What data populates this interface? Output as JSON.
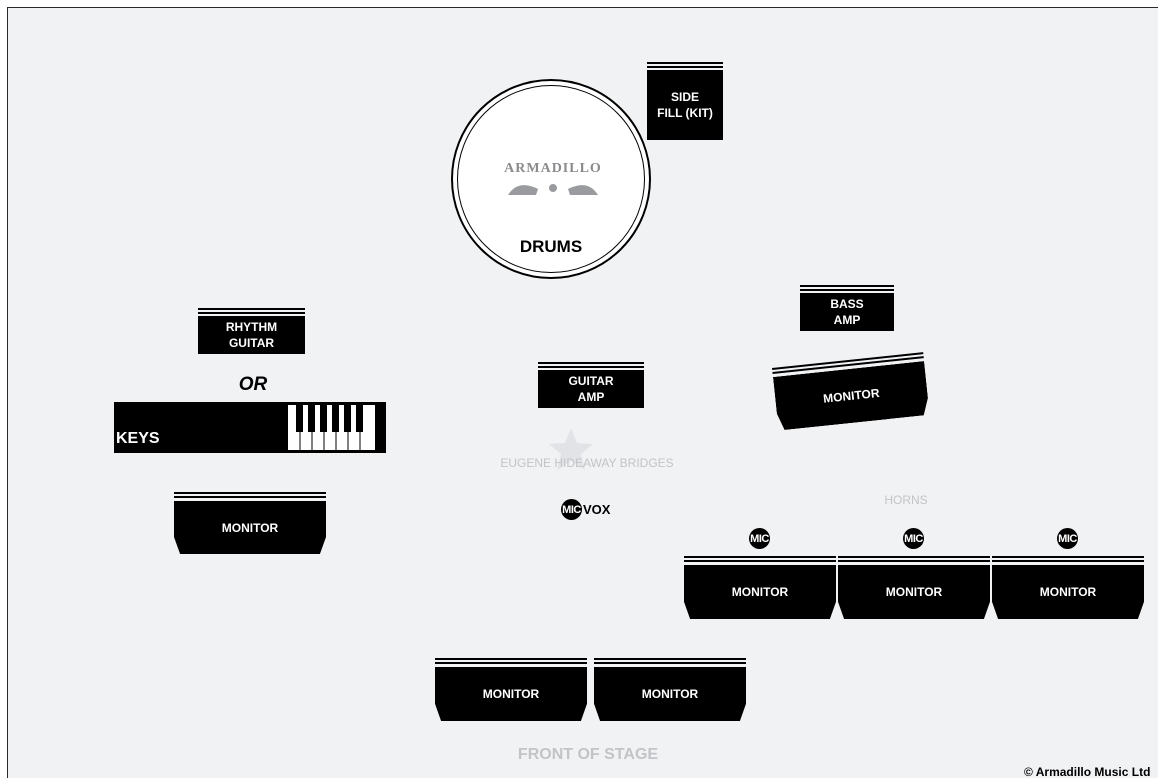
{
  "drums": {
    "brand": "ARMADILLO",
    "label": "DRUMS"
  },
  "side_fill": {
    "line1": "SIDE",
    "line2": "FILL (KIT)"
  },
  "rhythm_guitar": {
    "line1": "RHYTHM",
    "line2": "GUITAR"
  },
  "or_label": "OR",
  "keys": {
    "label": "KEYS"
  },
  "guitar_amp": {
    "line1": "GUITAR",
    "line2": "AMP"
  },
  "bass_amp": {
    "line1": "BASS",
    "line2": "AMP"
  },
  "lead": {
    "name": "EUGENE HIDEAWAY BRIDGES",
    "mic": "MIC",
    "vox": "VOX"
  },
  "horns": {
    "label": "HORNS",
    "mic1": "MIC",
    "mic2": "MIC",
    "mic3": "MIC"
  },
  "monitors": {
    "left": "MONITOR",
    "right_angled": "MONITOR",
    "horn1": "MONITOR",
    "horn2": "MONITOR",
    "horn3": "MONITOR",
    "front1": "MONITOR",
    "front2": "MONITOR"
  },
  "front_of_stage": "FRONT OF STAGE",
  "copyright": "© Armadillo Music Ltd",
  "colors": {
    "background": "#f1f2f4",
    "equipment": "#000000",
    "faint_label": "#c3c4c7"
  }
}
